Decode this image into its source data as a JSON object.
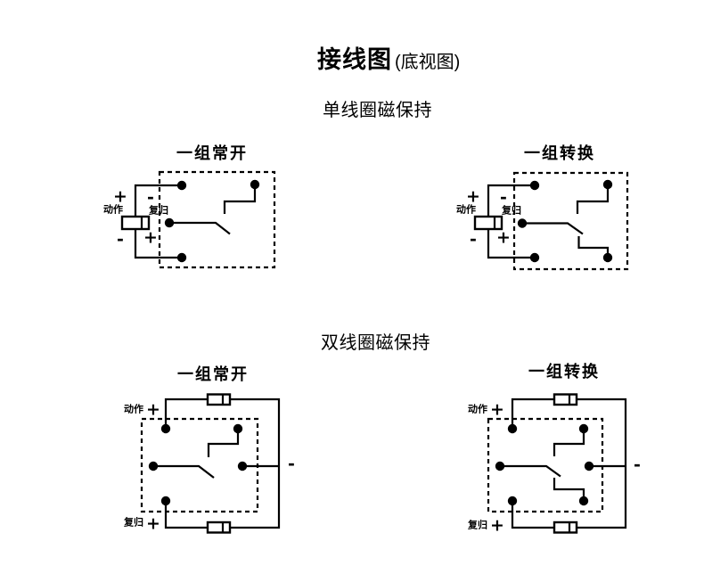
{
  "title": {
    "main": "接线图",
    "suffix": "(底视图)"
  },
  "sections": {
    "single": {
      "heading": "单线圈磁保持"
    },
    "double": {
      "heading": "双线圈磁保持"
    }
  },
  "diagrams": {
    "single_no": {
      "title": "一组常开",
      "action_label": "动作",
      "action_top": "+",
      "action_bottom": "-",
      "reset_label": "复归",
      "reset_top": "-",
      "reset_bottom": "+"
    },
    "single_co": {
      "title": "一组转换",
      "action_label": "动作",
      "action_top": "+",
      "action_bottom": "-",
      "reset_label": "复归",
      "reset_top": "-",
      "reset_bottom": "+"
    },
    "double_no": {
      "title": "一组常开",
      "action_label": "动作",
      "action_sign": "+",
      "reset_label": "复归",
      "reset_sign": "+",
      "bus_sign": "-"
    },
    "double_co": {
      "title": "一组转换",
      "action_label": "动作",
      "action_sign": "+",
      "reset_label": "复归",
      "reset_sign": "+",
      "bus_sign": "-"
    }
  },
  "colors": {
    "line": "#000000",
    "background": "#ffffff"
  }
}
